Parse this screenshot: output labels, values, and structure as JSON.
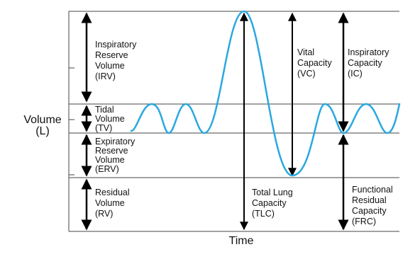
{
  "axes": {
    "y_label_line1": "Volume",
    "y_label_line2": "(L)",
    "x_label": "Time"
  },
  "labels": {
    "irv": [
      "Inspiratory",
      "Reserve",
      "Volume",
      "(IRV)"
    ],
    "tv": [
      "Tidal",
      "Volume",
      "(TV)"
    ],
    "erv": [
      "Expiratory",
      "Reserve",
      "Volume",
      "(ERV)"
    ],
    "rv": [
      "Residual",
      "Volume",
      "(RV)"
    ],
    "vc": [
      "Vital",
      "Capacity",
      "(VC)"
    ],
    "ic": [
      "Inspiratory",
      "Capacity",
      "(IC)"
    ],
    "tlc": [
      "Total Lung",
      "Capacity",
      "(TLC)"
    ],
    "frc": [
      "Functional",
      "Residual",
      "Capacity",
      "(FRC)"
    ]
  },
  "colors": {
    "waveform": "#29a8e0",
    "lines": "#000000",
    "frame": "#444444"
  }
}
